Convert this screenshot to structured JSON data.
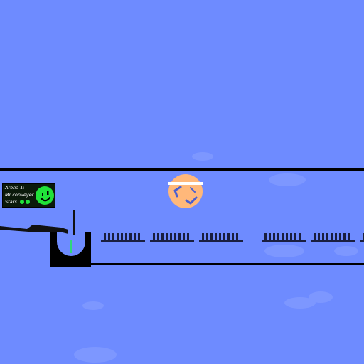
{
  "hud": {
    "arena_label": "Arena 1:",
    "level_name": "Mr conveyer",
    "stars_label": "Stars",
    "stars_collected": 2,
    "face_icon": "smiley-face-icon"
  },
  "colors": {
    "sky": "#6e8bff",
    "cloud": "#7d97ff",
    "ground_line": "#000000",
    "ball": "#ffb87a",
    "ball_band": "#ffffff",
    "ball_arrow": "#4a5fd0",
    "hud_bg": "#0b1a0b",
    "hud_green": "#21e23a",
    "conveyor": "#1a1f40",
    "cup_water": "#2fd67a"
  },
  "objects": {
    "player": "ball",
    "conveyors": 6,
    "goal": "cup"
  }
}
